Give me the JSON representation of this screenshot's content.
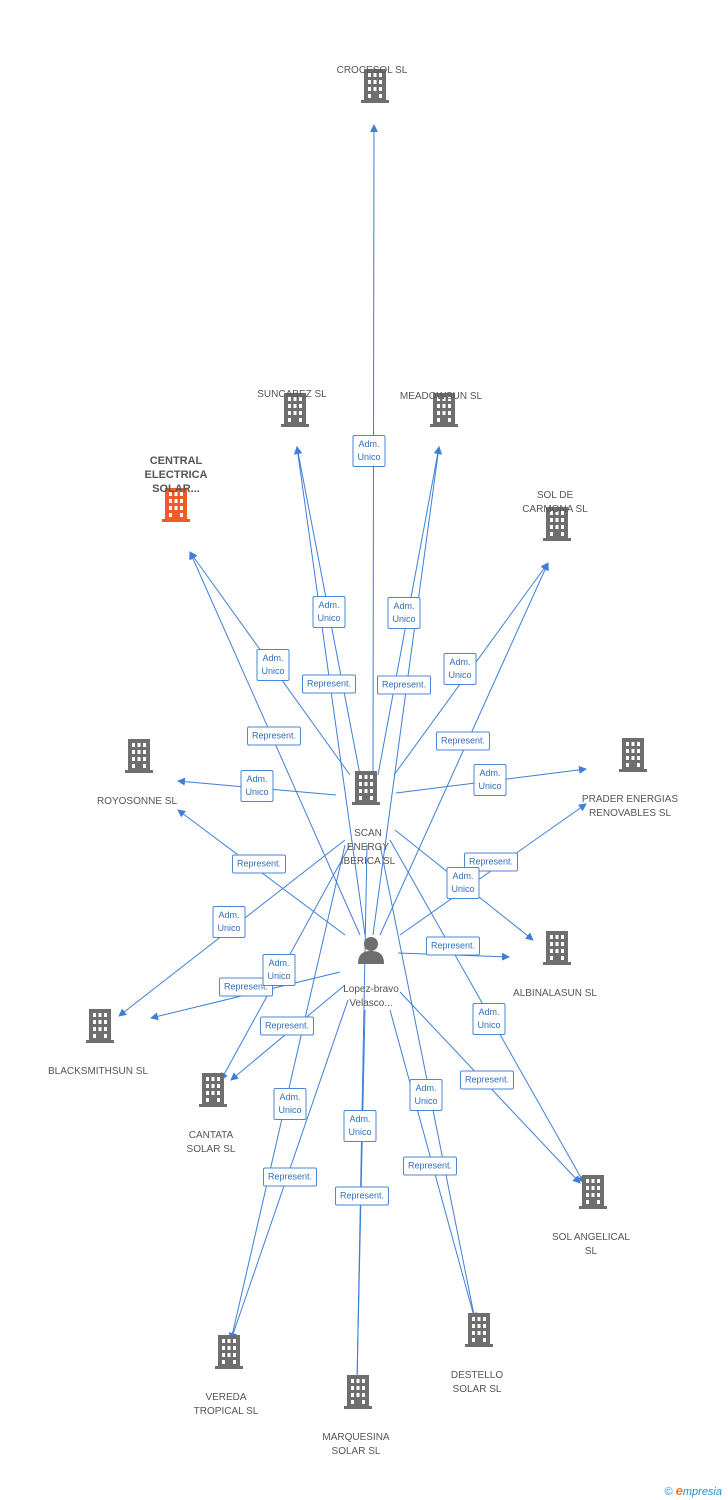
{
  "nodes": [
    {
      "id": "crocesol",
      "label": "CROCESOL SL",
      "type": "company",
      "color": "#6e6e6e"
    },
    {
      "id": "suncabez",
      "label": "SUNCABEZ SL",
      "type": "company",
      "color": "#6e6e6e"
    },
    {
      "id": "meadowsun",
      "label": "MEADOWSUN SL",
      "type": "company",
      "color": "#6e6e6e"
    },
    {
      "id": "central",
      "label": "CENTRAL ELECTRICA SOLAR...",
      "type": "company",
      "color": "#f25a2a",
      "highlight": true
    },
    {
      "id": "soldecarmona",
      "label": "SOL DE CARMONA SL",
      "type": "company",
      "color": "#6e6e6e"
    },
    {
      "id": "royosonne",
      "label": "ROYOSONNE SL",
      "type": "company",
      "color": "#6e6e6e"
    },
    {
      "id": "scan",
      "label": "SCAN ENERGY IBERICA SL",
      "type": "company",
      "color": "#6e6e6e"
    },
    {
      "id": "prader",
      "label": "PRADER ENERGIAS RENOVABLES SL",
      "type": "company",
      "color": "#6e6e6e"
    },
    {
      "id": "person",
      "label": "Lopez-bravo Velasco...",
      "type": "person",
      "color": "#6e6e6e"
    },
    {
      "id": "albinalasun",
      "label": "ALBINALASUN SL",
      "type": "company",
      "color": "#6e6e6e"
    },
    {
      "id": "blacksmithsun",
      "label": "BLACKSMITHSUN SL",
      "type": "company",
      "color": "#6e6e6e"
    },
    {
      "id": "cantata",
      "label": "CANTATA SOLAR SL",
      "type": "company",
      "color": "#6e6e6e"
    },
    {
      "id": "solangelical",
      "label": "SOL ANGELICAL SL",
      "type": "company",
      "color": "#6e6e6e"
    },
    {
      "id": "vereda",
      "label": "VEREDA TROPICAL SL",
      "type": "company",
      "color": "#6e6e6e"
    },
    {
      "id": "destello",
      "label": "DESTELLO SOLAR SL",
      "type": "company",
      "color": "#6e6e6e"
    },
    {
      "id": "marquesina",
      "label": "MARQUESINA SOLAR SL",
      "type": "company",
      "color": "#6e6e6e"
    }
  ],
  "edges": [
    {
      "from": "scan",
      "to": "crocesol",
      "label": "Adm. Unico"
    },
    {
      "from": "scan",
      "to": "suncabez",
      "label": "Adm. Unico"
    },
    {
      "from": "person",
      "to": "suncabez",
      "label": "Represent."
    },
    {
      "from": "scan",
      "to": "meadowsun",
      "label": "Adm. Unico"
    },
    {
      "from": "person",
      "to": "meadowsun",
      "label": "Represent."
    },
    {
      "from": "scan",
      "to": "central",
      "label": "Adm. Unico"
    },
    {
      "from": "person",
      "to": "central",
      "label": "Represent."
    },
    {
      "from": "scan",
      "to": "soldecarmona",
      "label": "Adm. Unico"
    },
    {
      "from": "person",
      "to": "soldecarmona",
      "label": "Represent."
    },
    {
      "from": "scan",
      "to": "royosonne",
      "label": "Adm. Unico"
    },
    {
      "from": "person",
      "to": "royosonne",
      "label": "Represent."
    },
    {
      "from": "scan",
      "to": "prader",
      "label": "Adm. Unico"
    },
    {
      "from": "person",
      "to": "prader",
      "label": "Represent."
    },
    {
      "from": "scan",
      "to": "albinalasun",
      "label": "Adm. Unico"
    },
    {
      "from": "person",
      "to": "albinalasun",
      "label": "Represent."
    },
    {
      "from": "scan",
      "to": "blacksmithsun",
      "label": "Adm. Unico"
    },
    {
      "from": "person",
      "to": "blacksmithsun",
      "label": "Represent."
    },
    {
      "from": "scan",
      "to": "cantata",
      "label": "Adm. Unico"
    },
    {
      "from": "person",
      "to": "cantata",
      "label": "Represent."
    },
    {
      "from": "scan",
      "to": "solangelical",
      "label": "Adm. Unico"
    },
    {
      "from": "person",
      "to": "solangelical",
      "label": "Represent."
    },
    {
      "from": "scan",
      "to": "vereda",
      "label": "Adm. Unico"
    },
    {
      "from": "person",
      "to": "vereda",
      "label": "Represent."
    },
    {
      "from": "scan",
      "to": "destello",
      "label": "Adm. Unico"
    },
    {
      "from": "person",
      "to": "destello",
      "label": "Represent."
    },
    {
      "from": "scan",
      "to": "marquesina",
      "label": "Adm. Unico"
    },
    {
      "from": "person",
      "to": "marquesina",
      "label": "Represent."
    }
  ],
  "edge_color": "#3f7fd6",
  "footer": {
    "copyright": "©",
    "brand_e": "e",
    "brand_rest": "mpresia"
  }
}
